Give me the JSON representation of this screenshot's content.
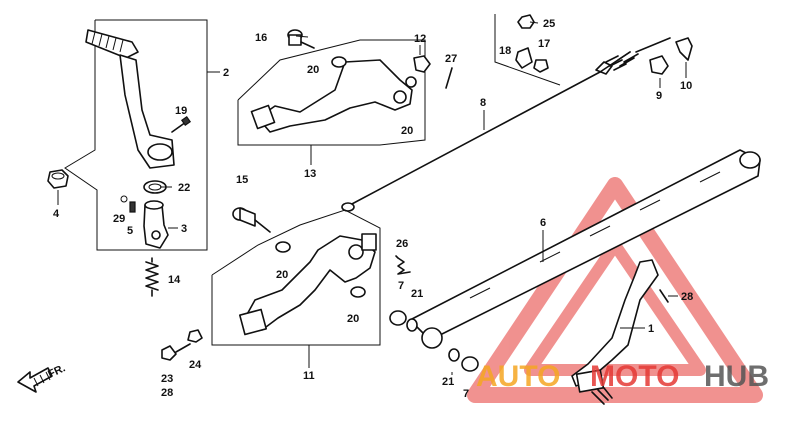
{
  "callouts": {
    "c1": "1",
    "c2": "2",
    "c3": "3",
    "c4": "4",
    "c5": "5",
    "c6": "6",
    "c7a": "7",
    "c7b": "7",
    "c8": "8",
    "c9": "9",
    "c10": "10",
    "c11": "11",
    "c12": "12",
    "c13": "13",
    "c14": "14",
    "c15": "15",
    "c16": "16",
    "c17": "17",
    "c18": "18",
    "c19": "19",
    "c20a": "20",
    "c20b": "20",
    "c20c": "20",
    "c20d": "20",
    "c21a": "21",
    "c21b": "21",
    "c22": "22",
    "c23": "23",
    "c24": "24",
    "c25": "25",
    "c26": "26",
    "c27": "27",
    "c28a": "28",
    "c28b": "28",
    "c29": "29"
  },
  "direction": {
    "label": "FR."
  },
  "watermark": {
    "text_auto": "AUTO",
    "text_moto": "MOTO",
    "text_hub": "HUB",
    "color_auto": "#f5a623",
    "color_moto": "#e53935",
    "color_hub": "#555555",
    "color_triangle": "#e53935"
  }
}
